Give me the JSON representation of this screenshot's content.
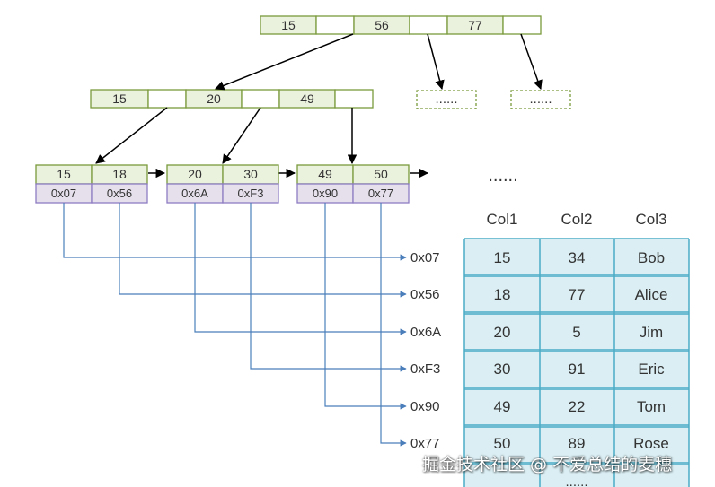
{
  "colors": {
    "node_fill": "#eaf1dd",
    "node_stroke": "#7a9a3c",
    "pointer_fill": "#e6e0ec",
    "pointer_stroke": "#8e7cc3",
    "link_color": "#4a7ebb",
    "table_fill": "#daeef3",
    "table_stroke": "#4bacc6",
    "arrow_color": "#000000"
  },
  "root": {
    "keys": [
      "15",
      "56",
      "77"
    ]
  },
  "placeholders": [
    "......",
    "......"
  ],
  "internal": {
    "keys": [
      "15",
      "20",
      "49"
    ]
  },
  "leaves": [
    {
      "keys": [
        "15",
        "18"
      ],
      "pointers": [
        "0x07",
        "0x56"
      ]
    },
    {
      "keys": [
        "20",
        "30"
      ],
      "pointers": [
        "0x6A",
        "0xF3"
      ]
    },
    {
      "keys": [
        "49",
        "50"
      ],
      "pointers": [
        "0x90",
        "0x77"
      ]
    }
  ],
  "leaf_continuation": "......",
  "addresses": [
    "0x07",
    "0x56",
    "0x6A",
    "0xF3",
    "0x90",
    "0x77"
  ],
  "table": {
    "headers": [
      "Col1",
      "Col2",
      "Col3"
    ],
    "rows": [
      [
        "15",
        "34",
        "Bob"
      ],
      [
        "18",
        "77",
        "Alice"
      ],
      [
        "20",
        "5",
        "Jim"
      ],
      [
        "30",
        "91",
        "Eric"
      ],
      [
        "49",
        "22",
        "Tom"
      ],
      [
        "50",
        "89",
        "Rose"
      ]
    ],
    "more": "......"
  },
  "watermark": "掘金技术社区 @ 不爱总结的麦穗"
}
